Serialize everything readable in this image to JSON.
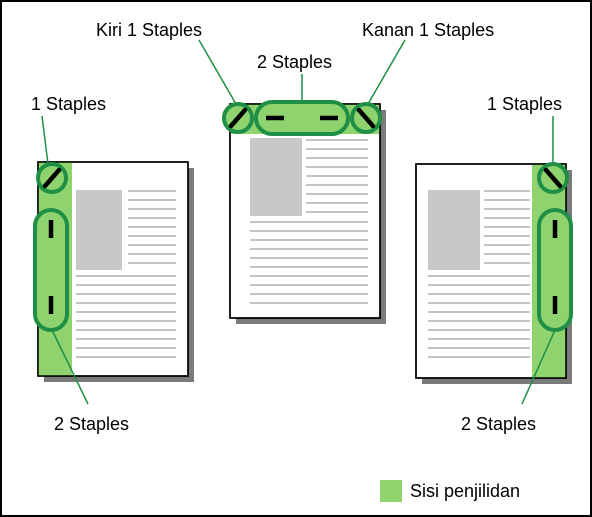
{
  "labels": {
    "left_top": "1 Staples",
    "left_bottom": "2 Staples",
    "center_left": "Kiri 1 Staples",
    "center_right": "Kanan 1 Staples",
    "center_middle": "2 Staples",
    "right_top": "1 Staples",
    "right_bottom": "2 Staples"
  },
  "legend": {
    "label": "Sisi penjilidan"
  },
  "colors": {
    "binding": "#8fd36e",
    "staple_ring": "#1e8f45",
    "text_lines": "#c4c4c4",
    "image_block": "#c8c8c8",
    "shadow": "#777777"
  }
}
